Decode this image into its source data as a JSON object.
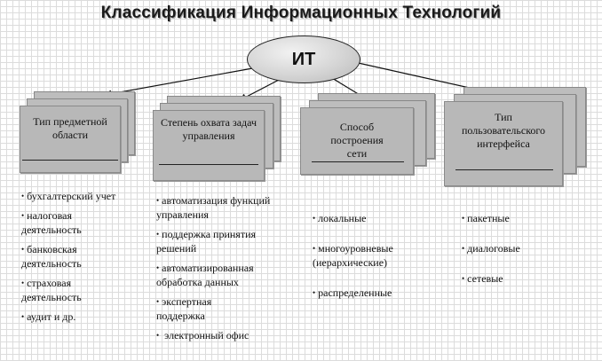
{
  "title": "Классификация Информационных Технологий",
  "root": {
    "label": "ИТ"
  },
  "columns": [
    {
      "label": "Тип предметной области",
      "items": [
        "бухгалтерский учет",
        "налоговая деятельность",
        "банковская деятельность",
        "страховая деятельность",
        "аудит и др."
      ]
    },
    {
      "label": "Степень охвата задач управления",
      "items": [
        "автоматизация функций управления",
        "поддержка принятия решений",
        "автоматизированная обработка данных",
        "экспертная поддержка",
        "электронный офис"
      ]
    },
    {
      "label": "Способ построения сети",
      "items": [
        "локальные",
        "многоуровневые (иерархические)",
        "распределенные"
      ]
    },
    {
      "label": "Тип пользовательского интерфейса",
      "items": [
        "пакетные",
        "диалоговые",
        "сетевые"
      ]
    }
  ],
  "colors": {
    "card": "#bdbdbd",
    "grid": "#dcdcdc",
    "oval": "#d4d4d4"
  }
}
